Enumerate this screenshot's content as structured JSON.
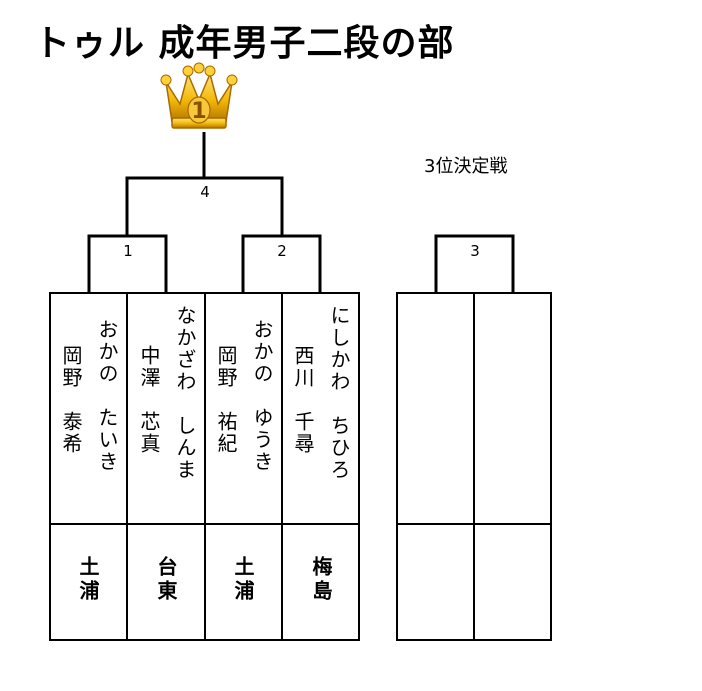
{
  "title": "トゥル 成年男子二段の部",
  "crown_number": "1",
  "third_place_label": "3位決定戦",
  "matches": [
    {
      "label": "4"
    },
    {
      "label": "1"
    },
    {
      "label": "2"
    },
    {
      "label": "3"
    }
  ],
  "players": [
    {
      "kanji": "岡野　泰希",
      "kana": "おかの　たいき",
      "club": "土浦"
    },
    {
      "kanji": "中澤　芯真",
      "kana": "なかざわ　しんま",
      "club": "台東"
    },
    {
      "kanji": "岡野　祐紀",
      "kana": "おかの　ゆうき",
      "club": "土浦"
    },
    {
      "kanji": "西川　千尋",
      "kana": "にしかわ　ちひろ",
      "club": "梅島"
    }
  ],
  "colors": {
    "line": "#000000",
    "crown_gold": "#f2b807",
    "crown_dark": "#c07d00"
  }
}
